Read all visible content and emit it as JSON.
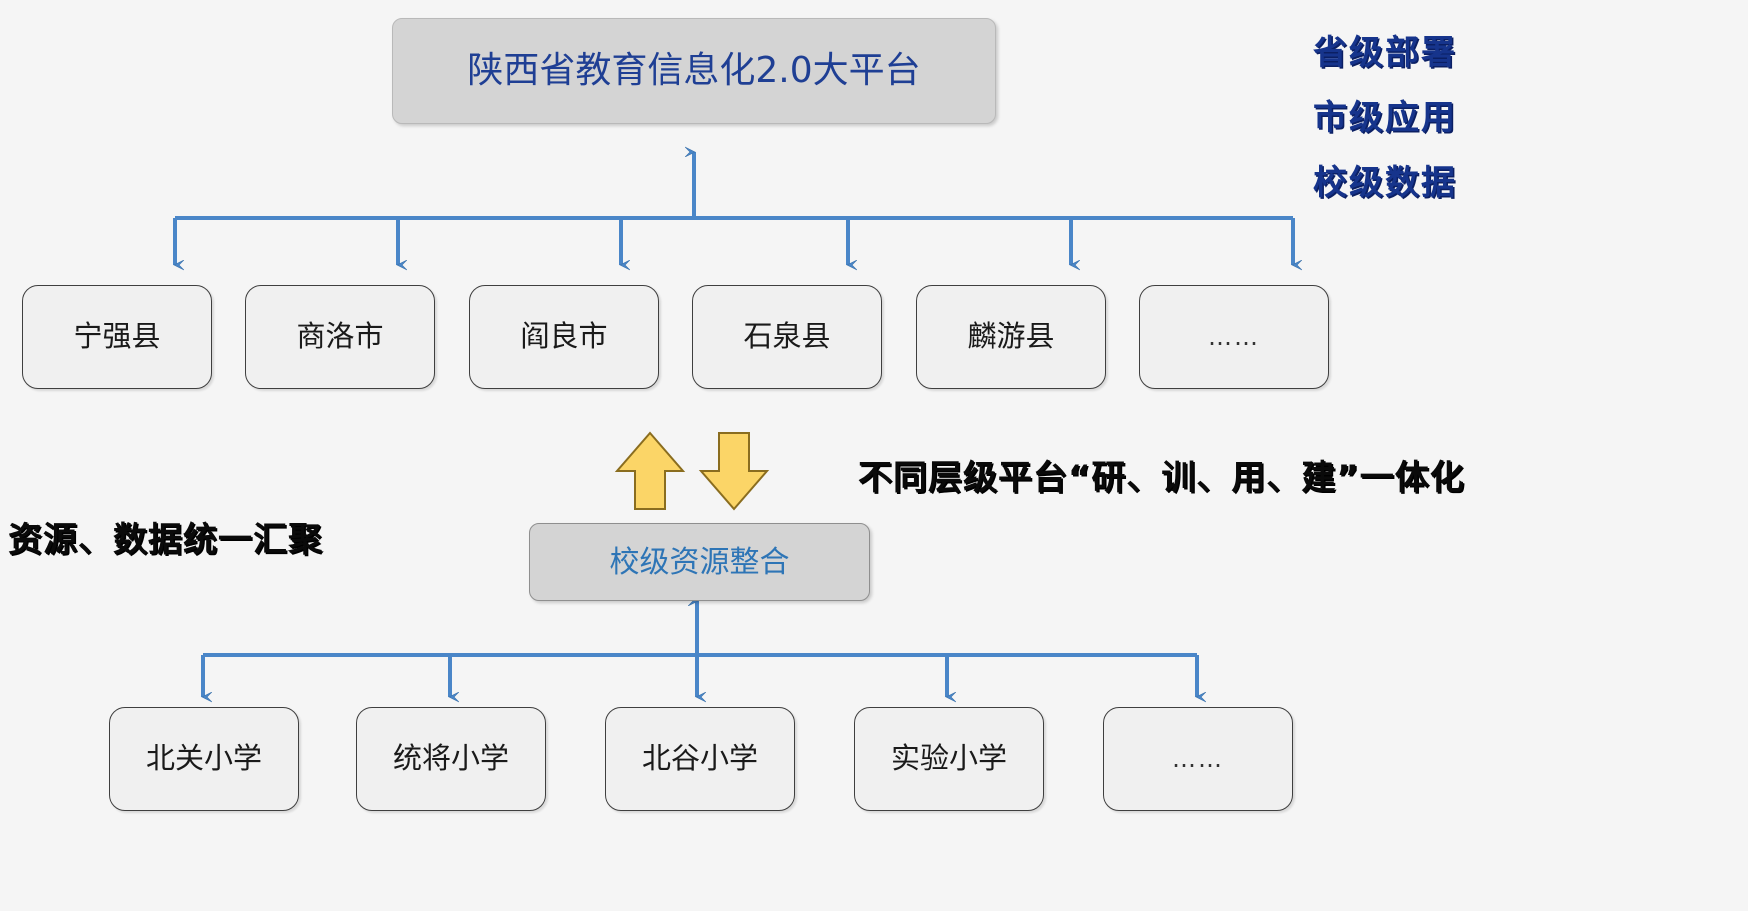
{
  "diagram": {
    "title_node": {
      "label": "陕西省教育信息化2.0大平台"
    },
    "mid_node": {
      "label": "校级资源整合"
    },
    "district_nodes": [
      {
        "label": "宁强县"
      },
      {
        "label": "商洛市"
      },
      {
        "label": "阎良市"
      },
      {
        "label": "石泉县"
      },
      {
        "label": "麟游县"
      },
      {
        "label": "……"
      }
    ],
    "school_nodes": [
      {
        "label": "北关小学"
      },
      {
        "label": "统将小学"
      },
      {
        "label": "北谷小学"
      },
      {
        "label": "实验小学"
      },
      {
        "label": "……"
      }
    ],
    "level_labels": [
      {
        "label": "省级部署"
      },
      {
        "label": "市级应用"
      },
      {
        "label": "校级数据"
      }
    ],
    "captions": {
      "left": "资源、数据统一汇聚",
      "right": "不同层级平台“研、训、用、建”一体化"
    },
    "colors": {
      "connector_blue": "#4a86c8",
      "node_blue_text": "#1f3f94",
      "mid_blue_text": "#2e75b6",
      "level_label_blue": "#16348c",
      "yellow_arrow_fill": "#fbd567",
      "yellow_arrow_stroke": "#8a6d1f",
      "background": "#f5f5f5",
      "leaf_fill": "#f0f0f0",
      "top_fill": "#d4d4d4"
    },
    "icons": {
      "up_arrow": "up-arrow-icon",
      "down_arrow": "down-arrow-icon"
    }
  }
}
